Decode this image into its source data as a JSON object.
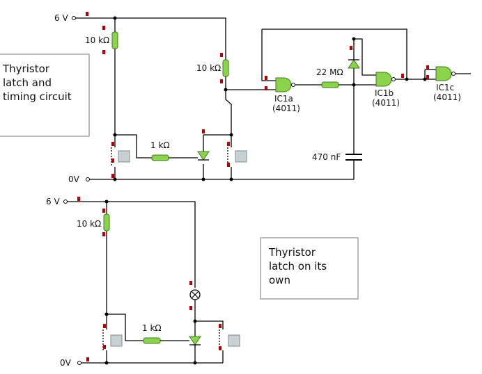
{
  "top_circuit": {
    "supply_label": "6 V",
    "ground_label": "0V",
    "r_top_left": "10 kΩ",
    "r_mid": "10 kΩ",
    "r_gate": "1 kΩ",
    "r_timer": "22 MΩ",
    "cap": "470 nF",
    "ic1a_name": "IC1a",
    "ic1a_part": "(4011)",
    "ic1b_name": "IC1b",
    "ic1b_part": "(4011)",
    "ic1c_name": "IC1c",
    "ic1c_part": "(4011)",
    "note_lines": [
      "Thyristor",
      "latch and",
      "timing circuit"
    ]
  },
  "bottom_circuit": {
    "supply_label": "6 V",
    "ground_label": "0V",
    "r_top": "10 kΩ",
    "r_gate": "1 kΩ",
    "note_lines": [
      "Thyristor",
      "latch on its",
      "own"
    ]
  }
}
